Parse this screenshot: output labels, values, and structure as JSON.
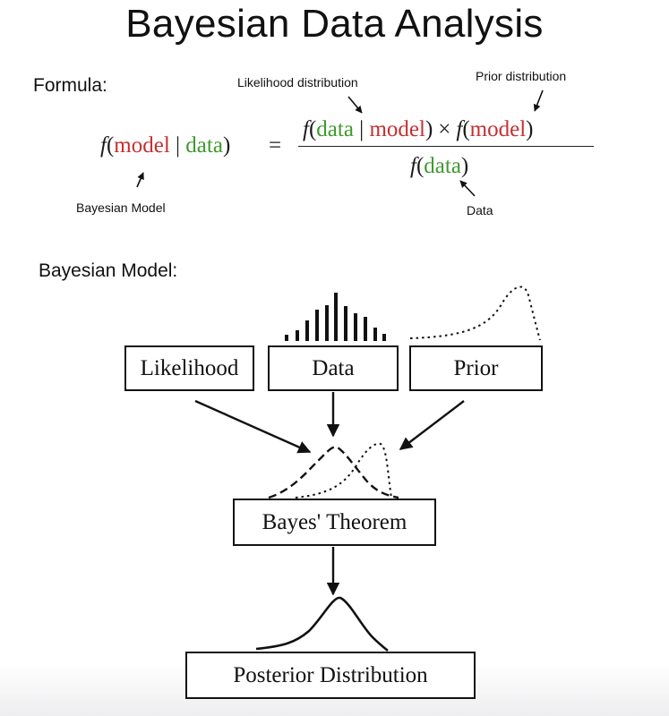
{
  "title": "Bayesian Data Analysis",
  "formula": {
    "label": "Formula:",
    "lhs": {
      "f": "f",
      "open": "(",
      "model": "model",
      "bar": " | ",
      "data": "data",
      "close": ")",
      "equals": "="
    },
    "numerator": {
      "f1": "f",
      "open1": "(",
      "data": "data",
      "bar": " | ",
      "model": "model",
      "close1": ")",
      "times": "×",
      "f2": "f",
      "open2": "(",
      "model2": "model",
      "close2": ")"
    },
    "denominator": {
      "f": "f",
      "open": "(",
      "data": "data",
      "close": ")"
    },
    "annotations": {
      "likelihood": "Likelihood distribution",
      "prior": "Prior distribution",
      "bayesian_model": "Bayesian Model",
      "data": "Data"
    }
  },
  "model": {
    "label": "Bayesian Model:",
    "boxes": {
      "likelihood": "Likelihood",
      "data": "Data",
      "prior": "Prior",
      "theorem": "Bayes' Theorem",
      "posterior": "Posterior Distribution"
    }
  },
  "colors": {
    "model_term": "#c62f2f",
    "data_term": "#3f9a2e",
    "ink": "#111111"
  }
}
